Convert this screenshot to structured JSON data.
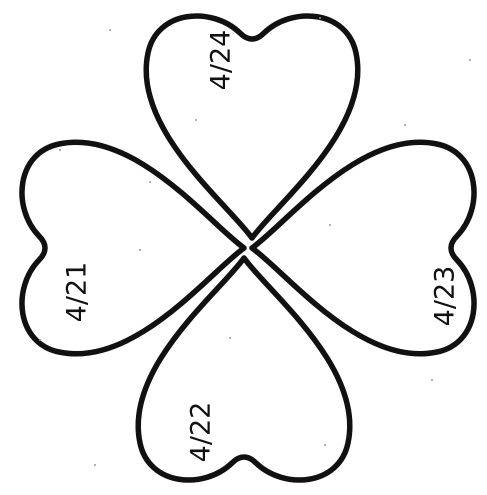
{
  "clover": {
    "leaves": {
      "top": {
        "label": "4/24"
      },
      "right": {
        "label": "4/23"
      },
      "bottom": {
        "label": "4/22"
      },
      "left": {
        "label": "4/21"
      }
    },
    "colors": {
      "outline": "#111111",
      "fill": "#ffffff",
      "background": "#ffffff"
    }
  }
}
